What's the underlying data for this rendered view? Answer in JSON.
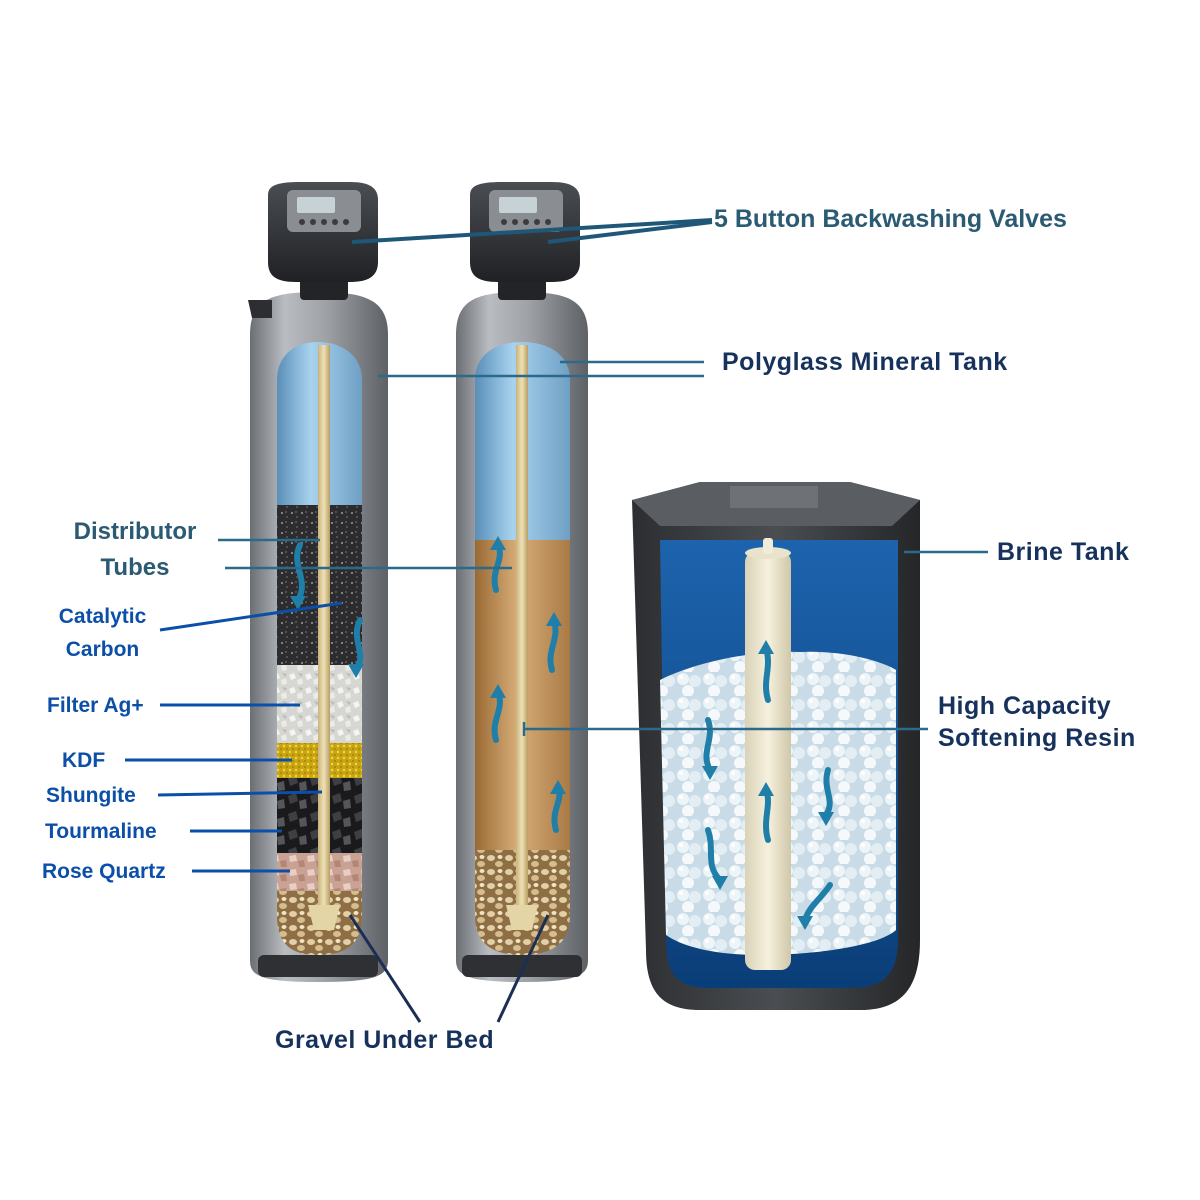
{
  "labels": {
    "valves": "5 Button Backwashing Valves",
    "mineral_tank": "Polyglass Mineral Tank",
    "brine_tank": "Brine Tank",
    "resin_line1": "High Capacity",
    "resin_line2": "Softening Resin",
    "distributor_line1": "Distributor",
    "distributor_line2": "Tubes",
    "catalytic_line1": "Catalytic",
    "catalytic_line2": "Carbon",
    "filter_ag": "Filter Ag+",
    "kdf": "KDF",
    "shungite": "Shungite",
    "tourmaline": "Tourmaline",
    "rose_quartz": "Rose Quartz",
    "gravel": "Gravel Under Bed"
  },
  "colors": {
    "label_dark": "#16325c",
    "label_teal": "#2b5a73",
    "label_media": "#0c4fa8",
    "leader_line": "#2b6a8a",
    "water": "#8fc3e6",
    "resin": "#c79a62",
    "brine_water": "#0d4e94"
  }
}
